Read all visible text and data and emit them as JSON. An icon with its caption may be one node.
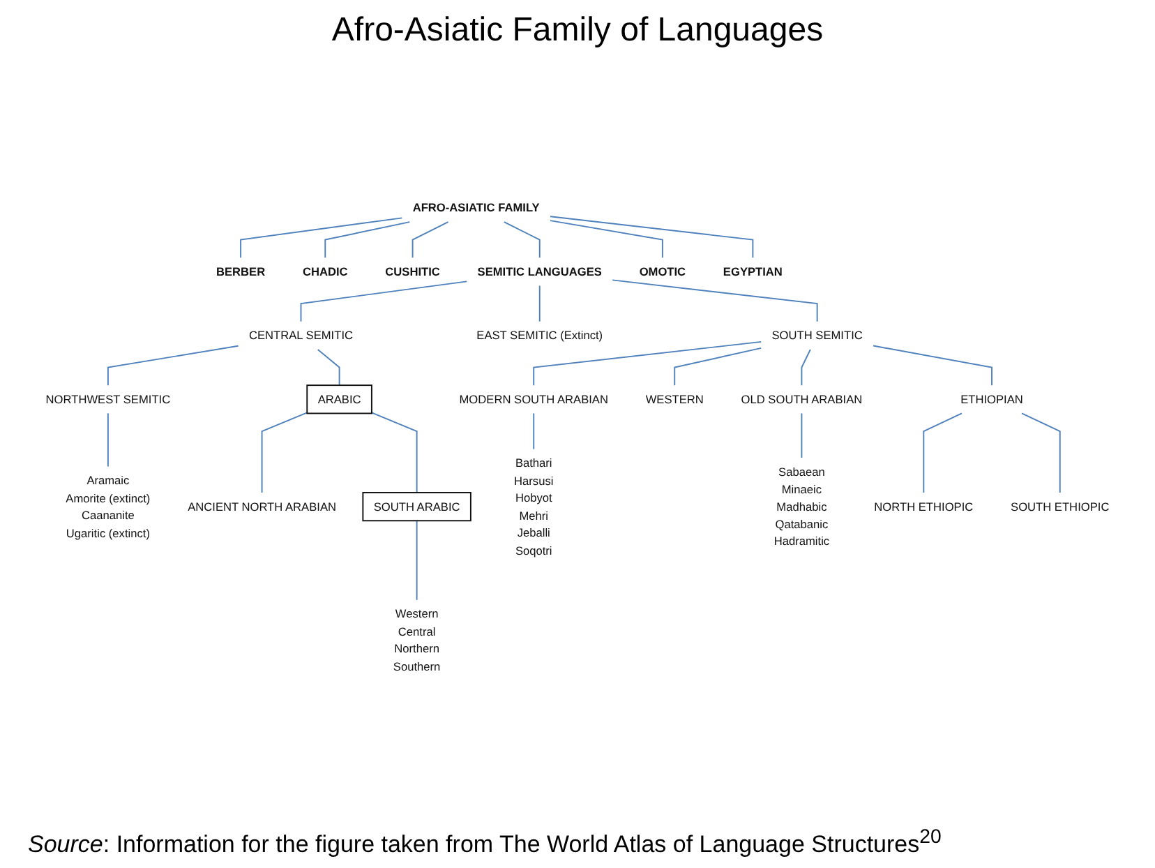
{
  "diagram": {
    "title": "Afro-Asiatic Family of Languages",
    "caption": "*Source*: Information for the figure taken from The World Atlas of Language Structures$^{20}$",
    "nodes": [
      {
        "text": [
          "AFRO-ASIATIC FAMILY"
        ]
      },
      {
        "text": [
          "BERBER"
        ]
      },
      {
        "text": [
          "CHADIC"
        ]
      },
      {
        "text": [
          "CUSHITIC"
        ]
      },
      {
        "text": [
          "SEMITIC LANGUAGES"
        ]
      },
      {
        "text": [
          "OMOTIC"
        ]
      },
      {
        "text": [
          "EGYPTIAN"
        ]
      },
      {
        "text": [
          "CENTRAL SEMITIC"
        ]
      },
      {
        "text": [
          "EAST SEMITIC (Extinct)"
        ]
      },
      {
        "text": [
          "SOUTH SEMITIC"
        ]
      },
      {
        "text": [
          "NORTHWEST SEMITIC"
        ]
      },
      {
        "text": [
          "ARABIC"
        ]
      },
      {
        "text": [
          "MODERN SOUTH ARABIAN"
        ]
      },
      {
        "text": [
          "WESTERN"
        ]
      },
      {
        "text": [
          "OLD SOUTH ARABIAN"
        ]
      },
      {
        "text": [
          "ETHIOPIAN"
        ]
      },
      {
        "text": [
          "ANCIENT NORTH ARABIAN"
        ]
      },
      {
        "text": [
          "SOUTH ARABIC"
        ]
      },
      {
        "text": [
          "NORTH ETHIOPIC"
        ]
      },
      {
        "text": [
          "SOUTH ETHIOPIC"
        ]
      },
      {
        "text": [
          "Aramaic",
          "Amorite (extinct)",
          "Caananite",
          "Ugaritic (extinct)"
        ]
      },
      {
        "text": [
          "Western",
          "Central",
          "Northern",
          "Southern"
        ]
      },
      {
        "text": [
          "Bathari",
          "Harsusi",
          "Hobyot",
          "Mehri",
          "Jeballi",
          "Soqotri"
        ]
      },
      {
        "text": [
          "Sabaean",
          "Minaeic",
          "Madhabic",
          "Qatabanic",
          "Hadramitic"
        ]
      }
    ],
    "edges": [
      {
        "from": 0,
        "to": 1,
        "arrow": "none"
      },
      {
        "from": 0,
        "to": 2,
        "arrow": "none"
      },
      {
        "from": 0,
        "to": 3,
        "arrow": "none"
      },
      {
        "from": 0,
        "to": 4,
        "arrow": "none"
      },
      {
        "from": 0,
        "to": 5,
        "arrow": "none"
      },
      {
        "from": 0,
        "to": 6,
        "arrow": "none"
      },
      {
        "from": 4,
        "to": 7,
        "arrow": "none"
      },
      {
        "from": 4,
        "to": 8,
        "arrow": "none"
      },
      {
        "from": 4,
        "to": 9,
        "arrow": "none"
      },
      {
        "from": 7,
        "to": 10,
        "arrow": "none"
      },
      {
        "from": 7,
        "to": 11,
        "arrow": "none"
      },
      {
        "from": 9,
        "to": 12,
        "arrow": "none"
      },
      {
        "from": 9,
        "to": 13,
        "arrow": "none"
      },
      {
        "from": 9,
        "to": 14,
        "arrow": "none"
      },
      {
        "from": 9,
        "to": 15,
        "arrow": "none"
      },
      {
        "from": 11,
        "to": 16,
        "arrow": "none"
      },
      {
        "from": 11,
        "to": 17,
        "arrow": "none"
      },
      {
        "from": 15,
        "to": 18,
        "arrow": "none"
      },
      {
        "from": 15,
        "to": 19,
        "arrow": "none"
      },
      {
        "from": 10,
        "to": 20,
        "arrow": "none"
      },
      {
        "from": 17,
        "to": 21,
        "arrow": "none"
      },
      {
        "from": 12,
        "to": 22,
        "arrow": "none"
      },
      {
        "from": 14,
        "to": 23,
        "arrow": "none"
      }
    ]
  }
}
